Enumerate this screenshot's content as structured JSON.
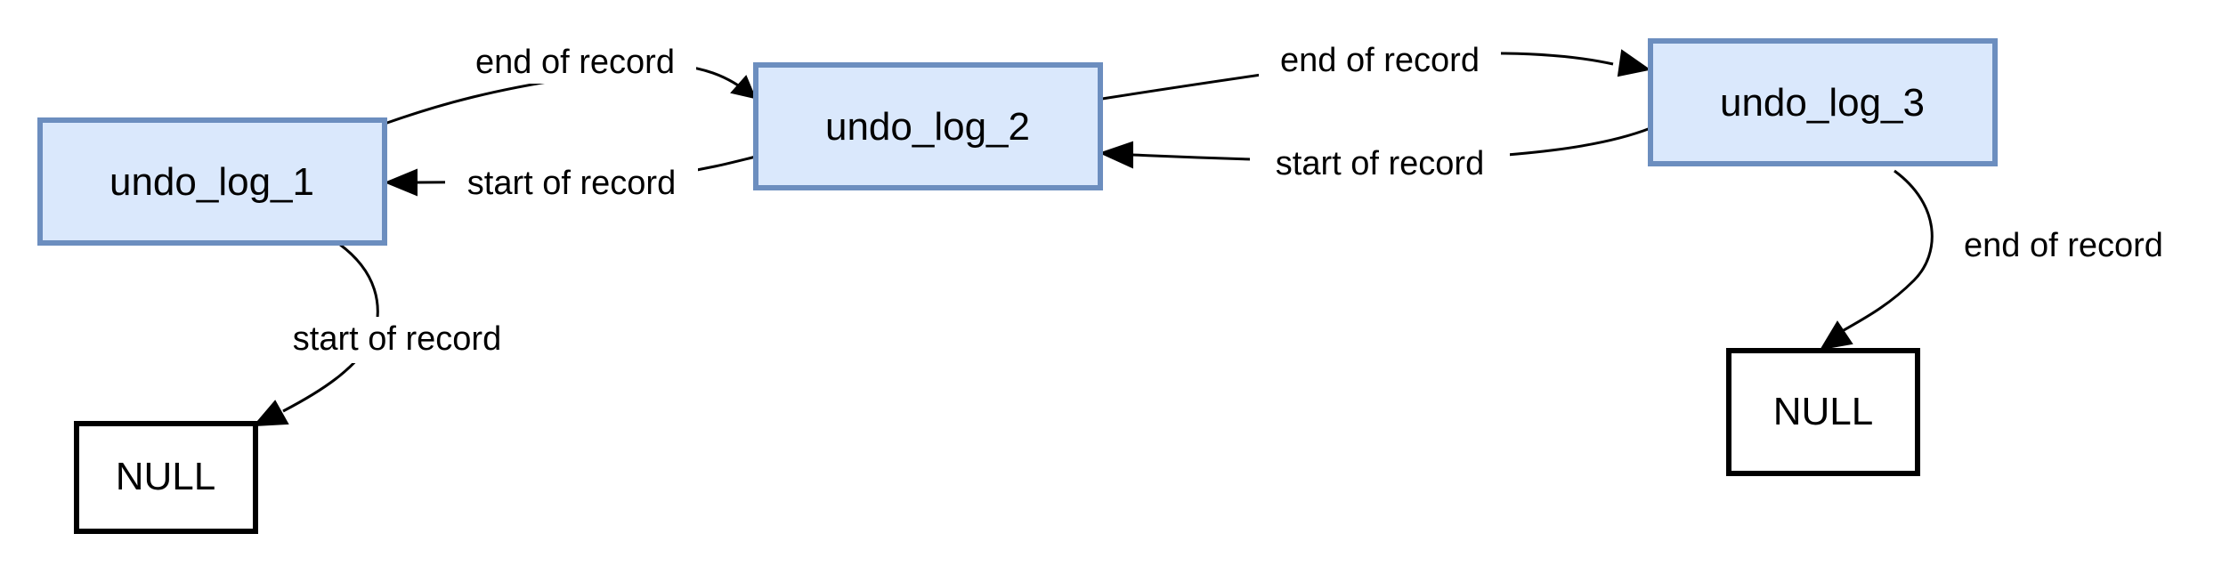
{
  "nodes": {
    "undo_log_1": {
      "label": "undo_log_1",
      "fill": "#dae8fc",
      "stroke": "#6c8ebf"
    },
    "undo_log_2": {
      "label": "undo_log_2",
      "fill": "#dae8fc",
      "stroke": "#6c8ebf"
    },
    "undo_log_3": {
      "label": "undo_log_3",
      "fill": "#dae8fc",
      "stroke": "#6c8ebf"
    },
    "null_left": {
      "label": "NULL",
      "fill": "#ffffff",
      "stroke": "#000000"
    },
    "null_right": {
      "label": "NULL",
      "fill": "#ffffff",
      "stroke": "#000000"
    }
  },
  "edges": {
    "log1_to_log2": {
      "from": "undo_log_1",
      "to": "undo_log_2",
      "label": "end of record"
    },
    "log2_to_log1": {
      "from": "undo_log_2",
      "to": "undo_log_1",
      "label": "start of record"
    },
    "log2_to_log3": {
      "from": "undo_log_2",
      "to": "undo_log_3",
      "label": "end of record"
    },
    "log3_to_log2": {
      "from": "undo_log_3",
      "to": "undo_log_2",
      "label": "start of record"
    },
    "log1_to_null": {
      "from": "undo_log_1",
      "to": "null_left",
      "label": "start of record"
    },
    "log3_to_null": {
      "from": "undo_log_3",
      "to": "null_right",
      "label": "end of record"
    }
  }
}
